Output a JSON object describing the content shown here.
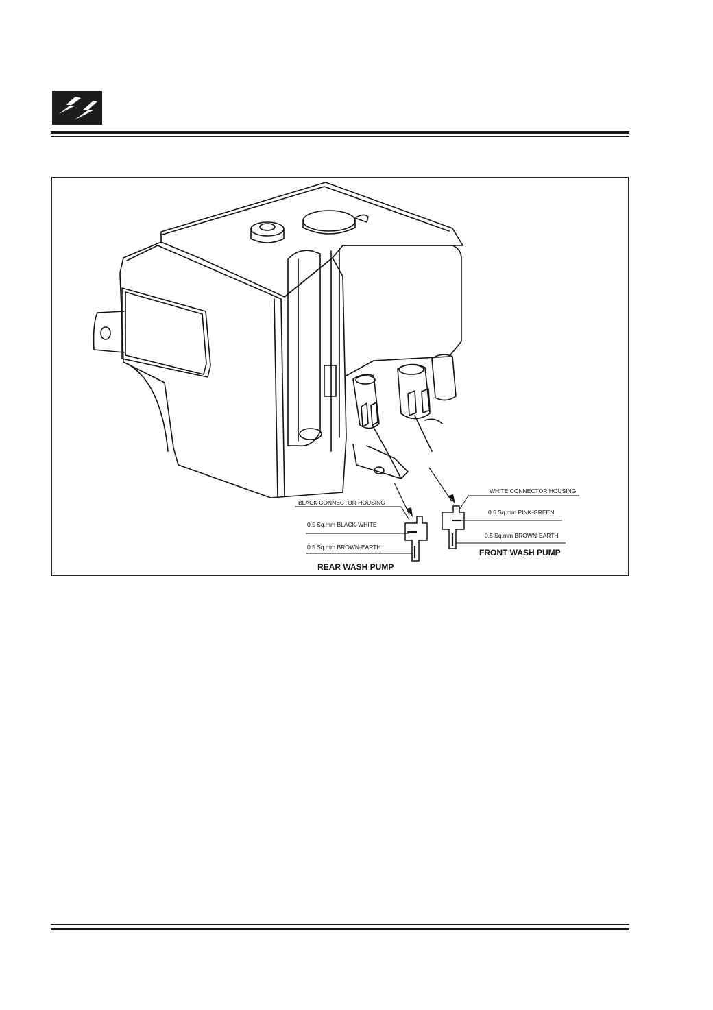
{
  "header": {
    "logo_icon": "lightning-bolts-icon"
  },
  "diagram": {
    "rear_pump": {
      "title": "REAR WASH PUMP",
      "housing": "BLACK CONNECTOR HOUSING",
      "wire_1": "0.5 Sq.mm BLACK-WHITE",
      "wire_2": "0.5 Sq.mm BROWN-EARTH"
    },
    "front_pump": {
      "title": "FRONT WASH PUMP",
      "housing": "WHITE CONNECTOR HOUSING",
      "wire_1": "0.5 Sq.mm PINK-GREEN",
      "wire_2": "0.5 Sq.mm BROWN-EARTH"
    }
  }
}
